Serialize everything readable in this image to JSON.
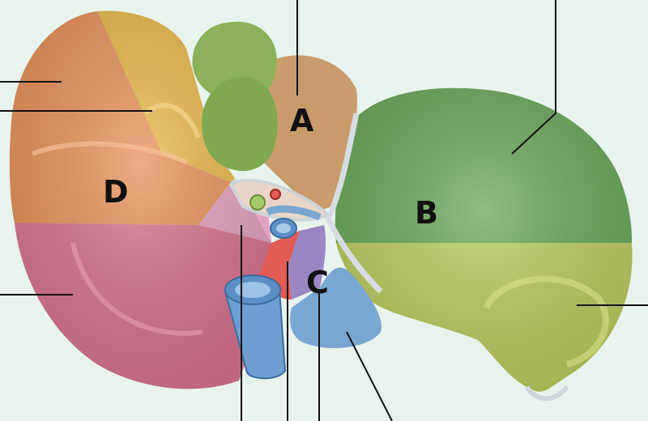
{
  "diagram": {
    "labels": {
      "A": "A",
      "B": "B",
      "C": "C",
      "D": "D"
    },
    "colors": {
      "background": "#e8f3ee",
      "segment_orange": "#e8925a",
      "segment_yellow": "#e8b84a",
      "segment_pink": "#d9748f",
      "segment_tan": "#c99c6c",
      "segment_green_upper": "#6aa85a",
      "segment_green_lower": "#bccd5f",
      "gallbladder_green": "#8bb25a",
      "vessel_blue": "#7aa7d2",
      "segment_purple": "#9a86c2",
      "segment_red": "#e25b55"
    }
  }
}
